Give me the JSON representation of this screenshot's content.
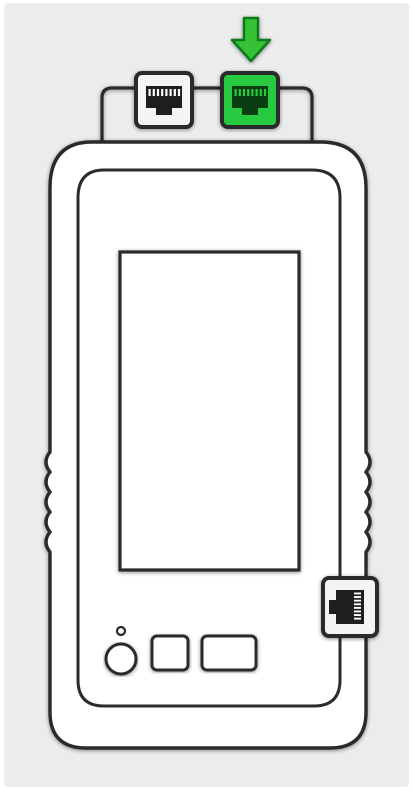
{
  "colors": {
    "page_background": "#ffffff",
    "panel_background": "#ececec",
    "outline": "#2b2b2b",
    "device_fill": "#ffffff",
    "active_port": "#27c93f",
    "active_port_dark": "#0e7a1f",
    "indicator_arrow": "#35c235",
    "port_inactive_fill": "#f4f4f4"
  },
  "device": {
    "top_ports": [
      {
        "name": "rj45-port-left",
        "icon": "ethernet-port-icon",
        "active": false
      },
      {
        "name": "rj45-port-right",
        "icon": "ethernet-port-icon",
        "active": true
      }
    ],
    "side_port": {
      "name": "rj45-port-side",
      "icon": "ethernet-port-icon",
      "active": false
    },
    "indicator": {
      "icon": "arrow-down-icon",
      "points_to": "rj45-port-right"
    },
    "screen": {
      "icon": "display-screen"
    },
    "buttons": [
      {
        "name": "power-button",
        "icon": "round-button"
      },
      {
        "name": "square-button",
        "icon": "square-button"
      },
      {
        "name": "rect-button",
        "icon": "rect-button"
      }
    ],
    "led": {
      "icon": "status-led"
    }
  }
}
